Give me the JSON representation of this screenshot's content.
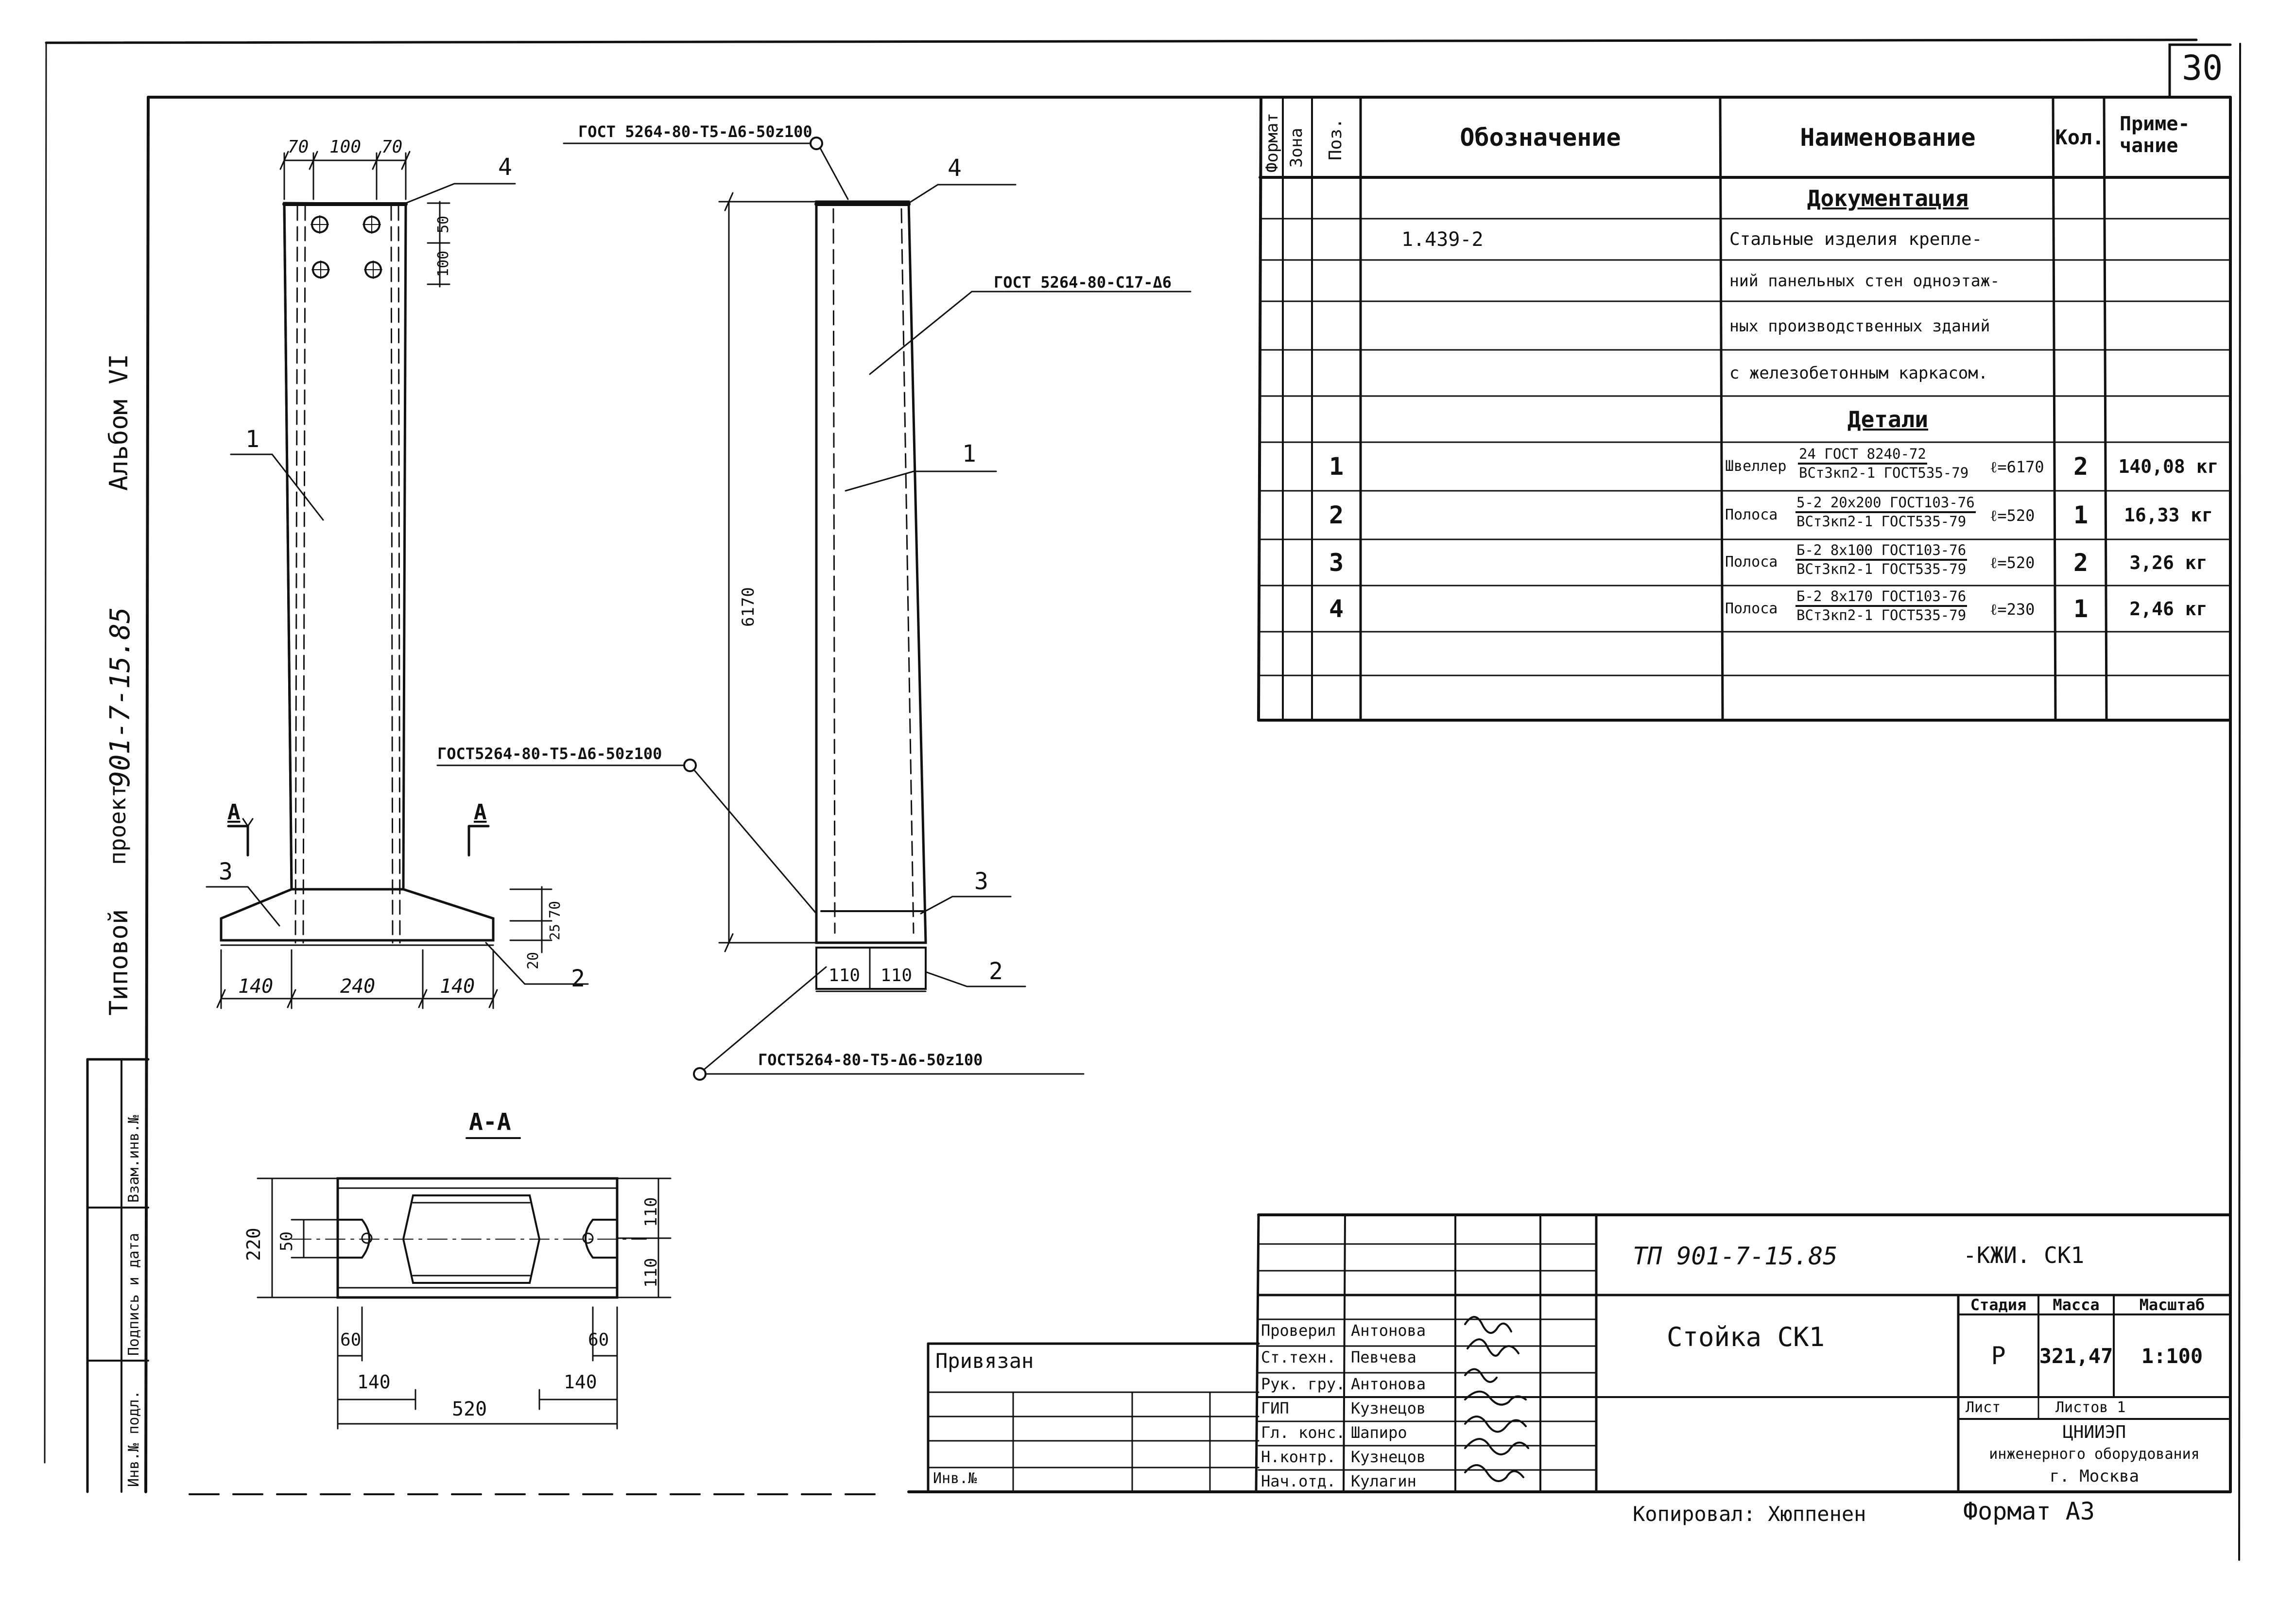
{
  "sheet_number": "30",
  "left_margin": {
    "album": "Альбом VI",
    "project_prefix": "Типовой",
    "project_word": "проект",
    "project_code": "901-7-15.85",
    "col_inv_podl": "Инв.№ подл.",
    "col_sign_date": "Подпись и дата",
    "col_vzam": "Взам.инв.№"
  },
  "drawing": {
    "front": {
      "dims_top": [
        "70",
        "100",
        "70"
      ],
      "dim_50": "50",
      "dim_100": "100",
      "dims_bottom": [
        "140",
        "240",
        "140"
      ],
      "dim_70": "70",
      "dim_25": "25",
      "dim_20": "20",
      "section_left": "А",
      "section_right": "А",
      "pos_1": "1",
      "pos_2": "2",
      "pos_3": "3",
      "pos_4": "4"
    },
    "side": {
      "height": "6170",
      "dims_bottom": [
        "110",
        "110"
      ],
      "weld_top": "ГОСТ 5264-80-Т5-Δ6-50z100",
      "weld_long": "ГОСТ 5264-80-С17-Δ6",
      "weld_mid": "ГОСТ5264-80-Т5-Δ6-50z100",
      "weld_bottom": "ГОСТ5264-80-Т5-Δ6-50z100",
      "pos_1": "1",
      "pos_2": "2",
      "pos_3": "3",
      "pos_4": "4"
    },
    "section": {
      "title": "А-А",
      "dim_220": "220",
      "dim_50": "50",
      "dim_110a": "110",
      "dim_110b": "110",
      "dim_60a": "60",
      "dim_60b": "60",
      "dim_140a": "140",
      "dim_140b": "140",
      "dim_520": "520"
    }
  },
  "spec": {
    "headers": {
      "format": "Формат",
      "zone": "Зона",
      "pos": "Поз.",
      "designation": "Обозначение",
      "name": "Наименование",
      "qty": "Кол.",
      "note_line1": "Приме-",
      "note_line2": "чание"
    },
    "section_docs": "Документация",
    "doc_code": "1.439-2",
    "doc_name_lines": [
      "Стальные изделия крепле-",
      "ний панельных стен одноэтаж-",
      "ных производственных зданий",
      "с железобетонным каркасом."
    ],
    "section_parts": "Детали",
    "parts": [
      {
        "pos": "1",
        "item": "Швеллер",
        "num": "24 ГОСТ 8240-72",
        "den": "ВСт3кп2-1 ГОСТ535-79",
        "len": "ℓ=6170",
        "qty": "2",
        "note": "140,08 кг"
      },
      {
        "pos": "2",
        "item": "Полоса",
        "num": "5-2 20x200 ГОСТ103-76",
        "den": "ВСт3кп2-1 ГОСТ535-79",
        "len": "ℓ=520",
        "qty": "1",
        "note": "16,33 кг"
      },
      {
        "pos": "3",
        "item": "Полоса",
        "num": "Б-2 8x100 ГОСТ103-76",
        "den": "ВСт3кп2-1 ГОСТ535-79",
        "len": "ℓ=520",
        "qty": "2",
        "note": "3,26 кг"
      },
      {
        "pos": "4",
        "item": "Полоса",
        "num": "Б-2 8x170 ГОСТ103-76",
        "den": "ВСт3кп2-1 ГОСТ535-79",
        "len": "ℓ=230",
        "qty": "1",
        "note": "2,46 кг"
      }
    ]
  },
  "title_block": {
    "doc_code": "ТП 901-7-15.85",
    "doc_suffix": "-КЖИ. СК1",
    "title": "Стойка СК1",
    "stage_label": "Стадия",
    "mass_label": "Масса",
    "scale_label": "Масштаб",
    "stage": "Р",
    "mass": "321,47",
    "scale": "1:100",
    "sheet_label": "Лист",
    "sheets_label": "Листов 1",
    "org_line1": "ЦНИИЭП",
    "org_line2": "инженерного оборудования",
    "org_line3": "г. Москва",
    "linked": "Привязан",
    "inv_no": "Инв.№",
    "roles": [
      {
        "role": "Проверил",
        "name": "Антонова"
      },
      {
        "role": "Ст.техн.",
        "name": "Певчева"
      },
      {
        "role": "Рук. гру.",
        "name": "Антонова"
      },
      {
        "role": "ГИП",
        "name": "Кузнецов"
      },
      {
        "role": "Гл. конс.",
        "name": "Шапиро"
      },
      {
        "role": "Н.контр.",
        "name": "Кузнецов"
      },
      {
        "role": "Нач.отд.",
        "name": "Кулагин"
      }
    ]
  },
  "footer": {
    "copied": "Копировал: Хюппенен",
    "format": "Формат А3"
  }
}
